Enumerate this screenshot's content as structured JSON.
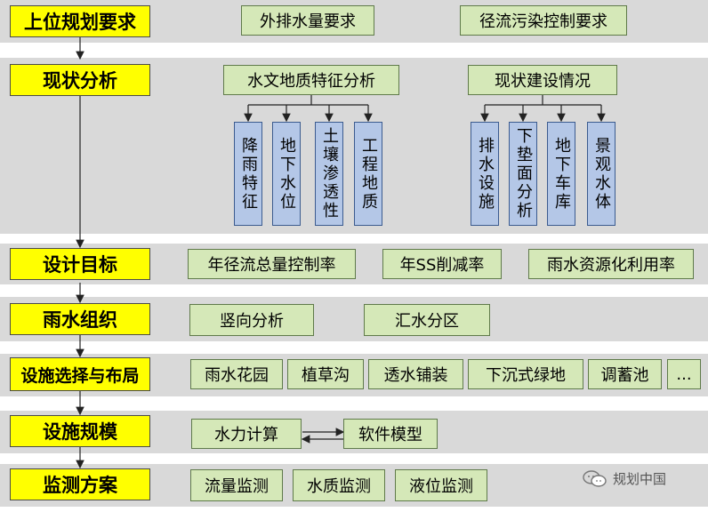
{
  "rows": {
    "r1": {
      "label": "上位规划要求",
      "items": [
        "外排水量要求",
        "径流污染控制要求"
      ]
    },
    "r2": {
      "label": "现状分析",
      "group_a": {
        "title": "水文地质特征分析",
        "items": [
          "降雨特征",
          "地下水位",
          "土壤渗透性",
          "工程地质"
        ]
      },
      "group_b": {
        "title": "现状建设情况",
        "items": [
          "排水设施",
          "下垫面分析",
          "地下车库",
          "景观水体"
        ]
      }
    },
    "r3": {
      "label": "设计目标",
      "items": [
        "年径流总量控制率",
        "年SS削减率",
        "雨水资源化利用率"
      ]
    },
    "r4": {
      "label": "雨水组织",
      "items": [
        "竖向分析",
        "汇水分区"
      ]
    },
    "r5": {
      "label": "设施选择与布局",
      "items": [
        "雨水花园",
        "植草沟",
        "透水铺装",
        "下沉式绿地",
        "调蓄池",
        "..."
      ]
    },
    "r6": {
      "label": "设施规模",
      "items": [
        "水力计算",
        "软件模型"
      ]
    },
    "r7": {
      "label": "监测方案",
      "items": [
        "流量监测",
        "水质监测",
        "液位监测"
      ]
    }
  },
  "watermark": "规划中国",
  "colors": {
    "level": "#ffff00",
    "item": "#d5e8b8",
    "sub": "#b4c7e7",
    "band": "#d9d9d9"
  }
}
